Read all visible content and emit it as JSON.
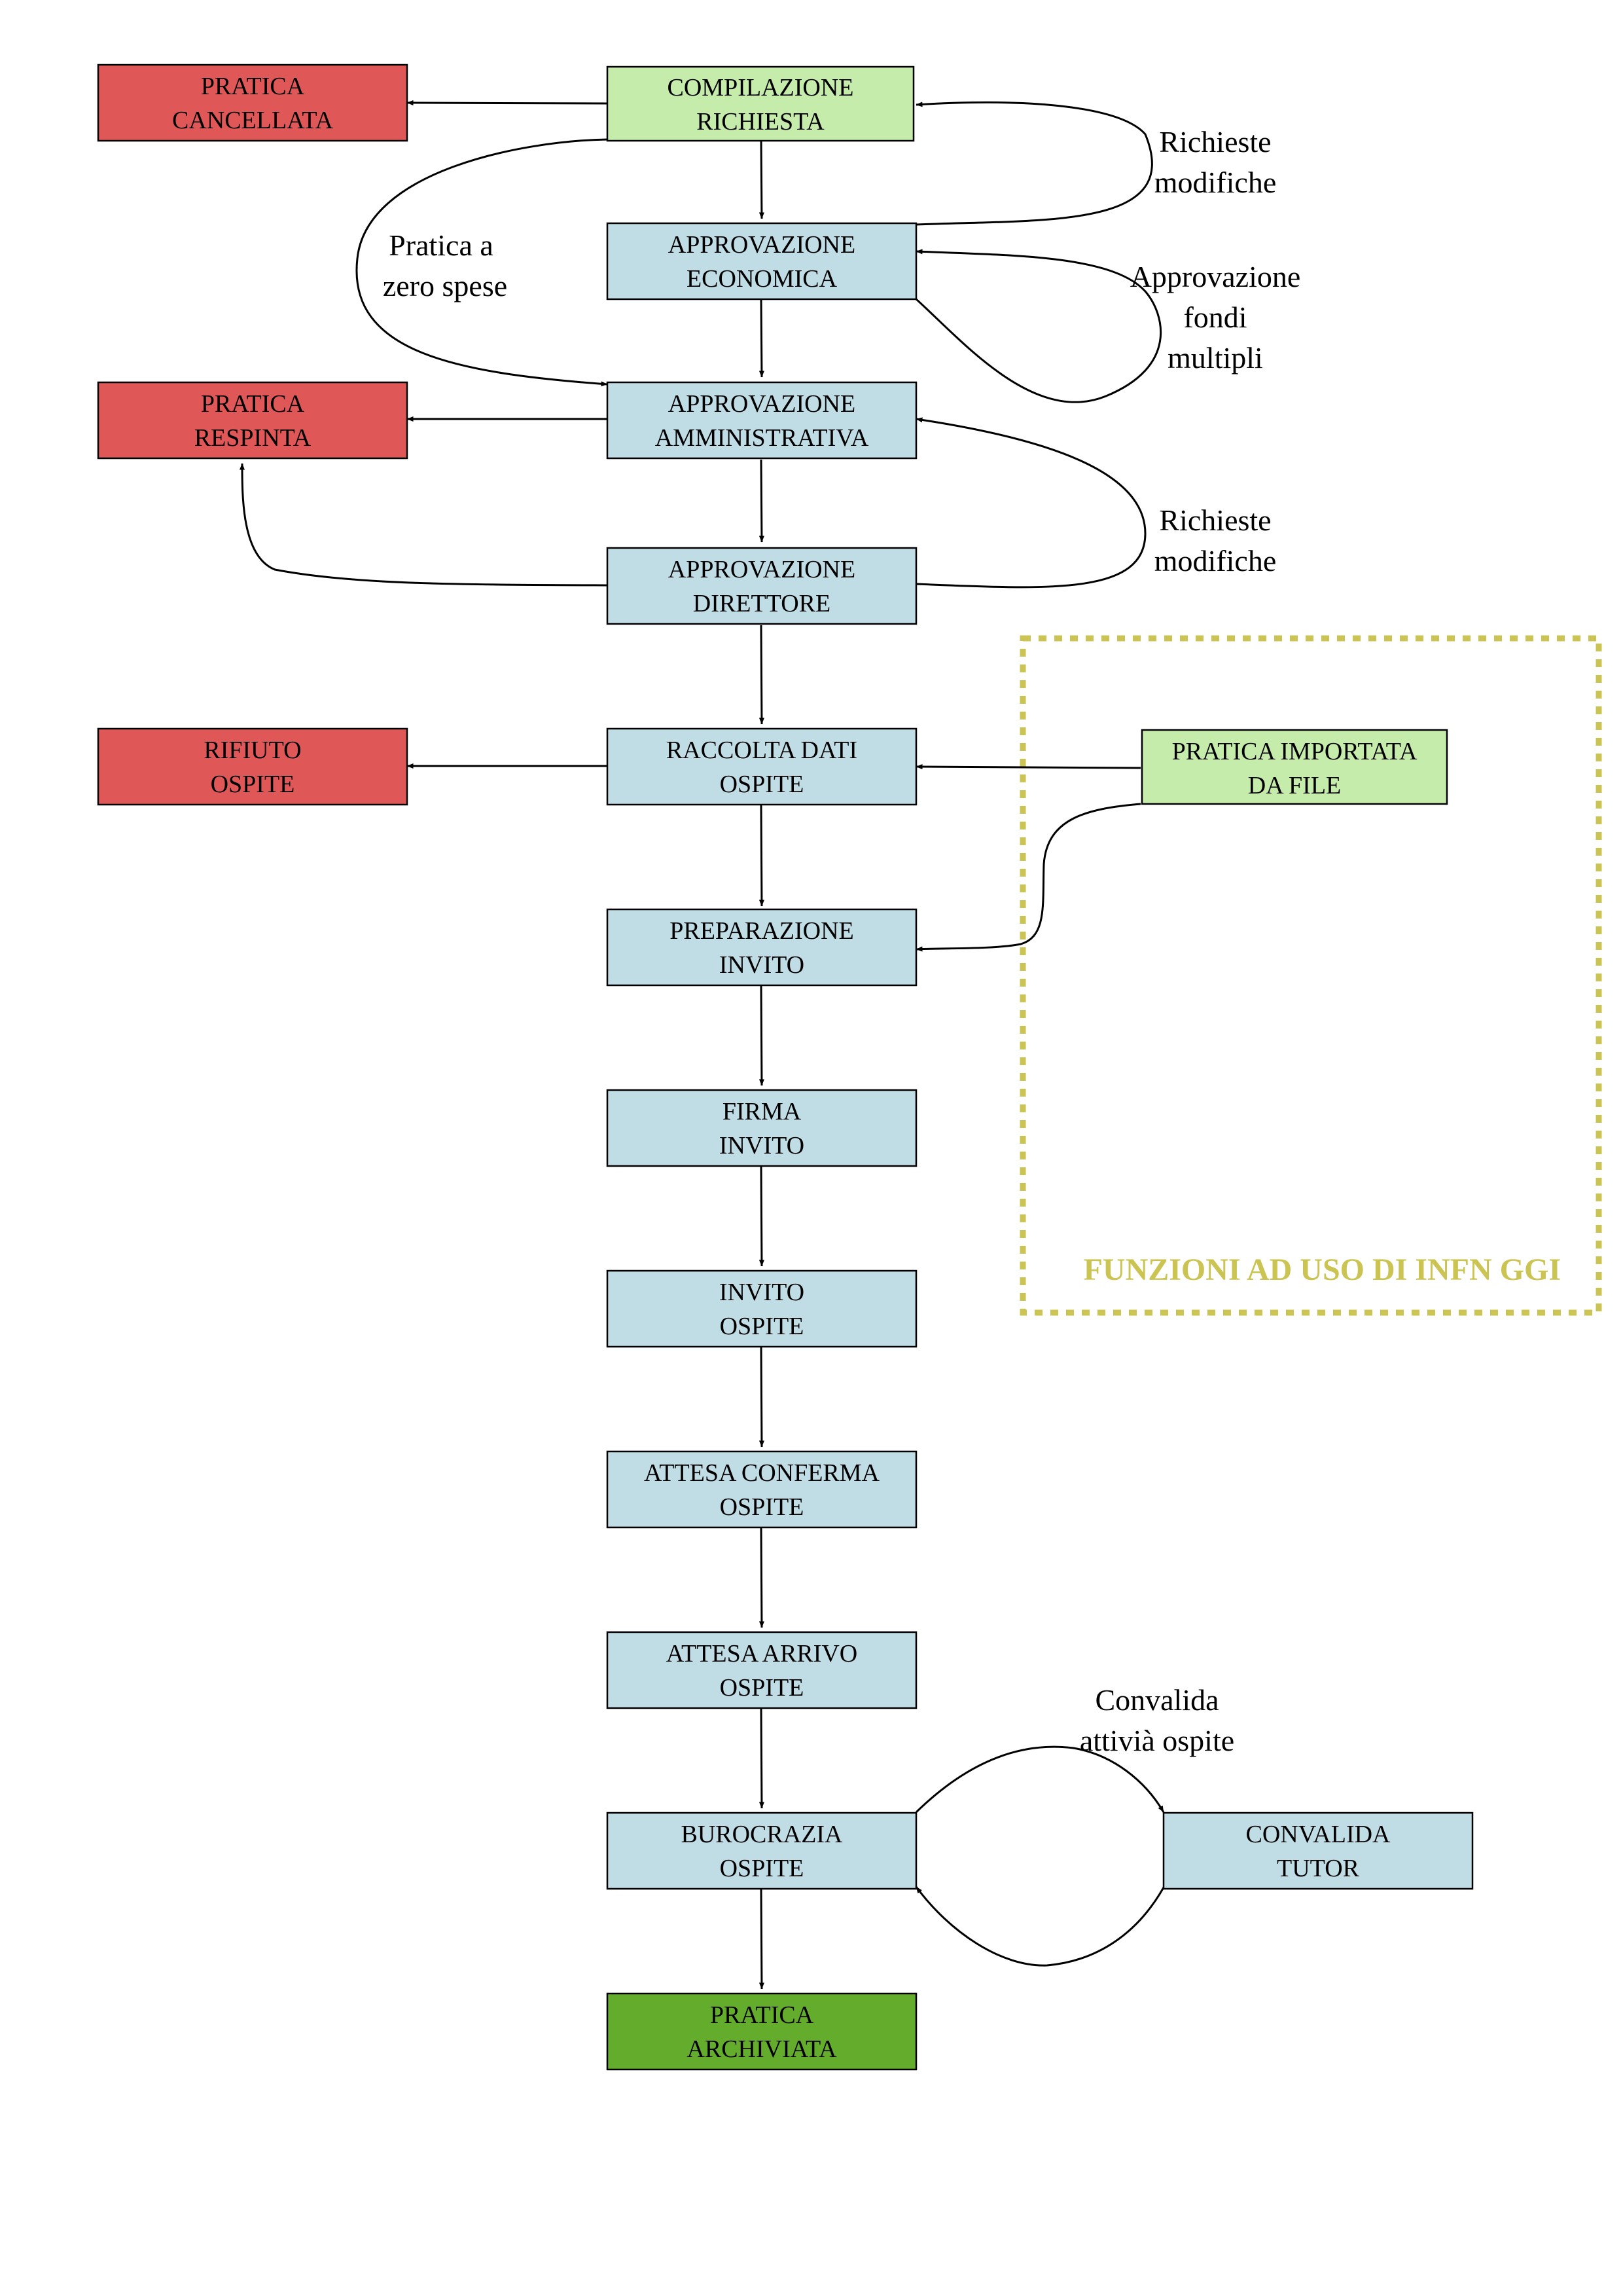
{
  "colors": {
    "start": "#c6ecac",
    "process": "#c0dde6",
    "rejected": "#e05757",
    "archived": "#64ac2c",
    "region_border": "#cbc452",
    "region_text": "#cbc452"
  },
  "nodes": {
    "compilazione_richiesta": [
      "COMPILAZIONE",
      "RICHIESTA"
    ],
    "pratica_cancellata": [
      "PRATICA",
      "CANCELLATA"
    ],
    "approvazione_economica": [
      "APPROVAZIONE",
      "ECONOMICA"
    ],
    "approvazione_amministrativa": [
      "APPROVAZIONE",
      "AMMINISTRATIVA"
    ],
    "pratica_respinta": [
      "PRATICA",
      "RESPINTA"
    ],
    "approvazione_direttore": [
      "APPROVAZIONE",
      "DIRETTORE"
    ],
    "raccolta_dati_ospite": [
      "RACCOLTA DATI",
      "OSPITE"
    ],
    "rifiuto_ospite": [
      "RIFIUTO",
      "OSPITE"
    ],
    "pratica_importata": [
      "PRATICA IMPORTATA",
      "DA FILE"
    ],
    "preparazione_invito": [
      "PREPARAZIONE",
      "INVITO"
    ],
    "firma_invito": [
      "FIRMA",
      "INVITO"
    ],
    "invito_ospite": [
      "INVITO",
      "OSPITE"
    ],
    "attesa_conferma": [
      "ATTESA CONFERMA",
      "OSPITE"
    ],
    "attesa_arrivo": [
      "ATTESA ARRIVO",
      "OSPITE"
    ],
    "burocrazia_ospite": [
      "BUROCRAZIA",
      "OSPITE"
    ],
    "convalida_tutor": [
      "CONVALIDA",
      "TUTOR"
    ],
    "pratica_archiviata": [
      "PRATICA",
      "ARCHIVIATA"
    ]
  },
  "edge_labels": {
    "richieste_modifiche_1": [
      "Richieste",
      "modifiche"
    ],
    "pratica_zero_spese": [
      "Pratica a",
      "zero spese"
    ],
    "approvazione_fondi_multipli": [
      "Approvazione",
      "fondi",
      "multipli"
    ],
    "richieste_modifiche_2": [
      "Richieste",
      "modifiche"
    ],
    "convalida_attivita": [
      "Convalida",
      "attivià ospite"
    ]
  },
  "region": {
    "label": "FUNZIONI AD USO DI INFN GGI"
  }
}
